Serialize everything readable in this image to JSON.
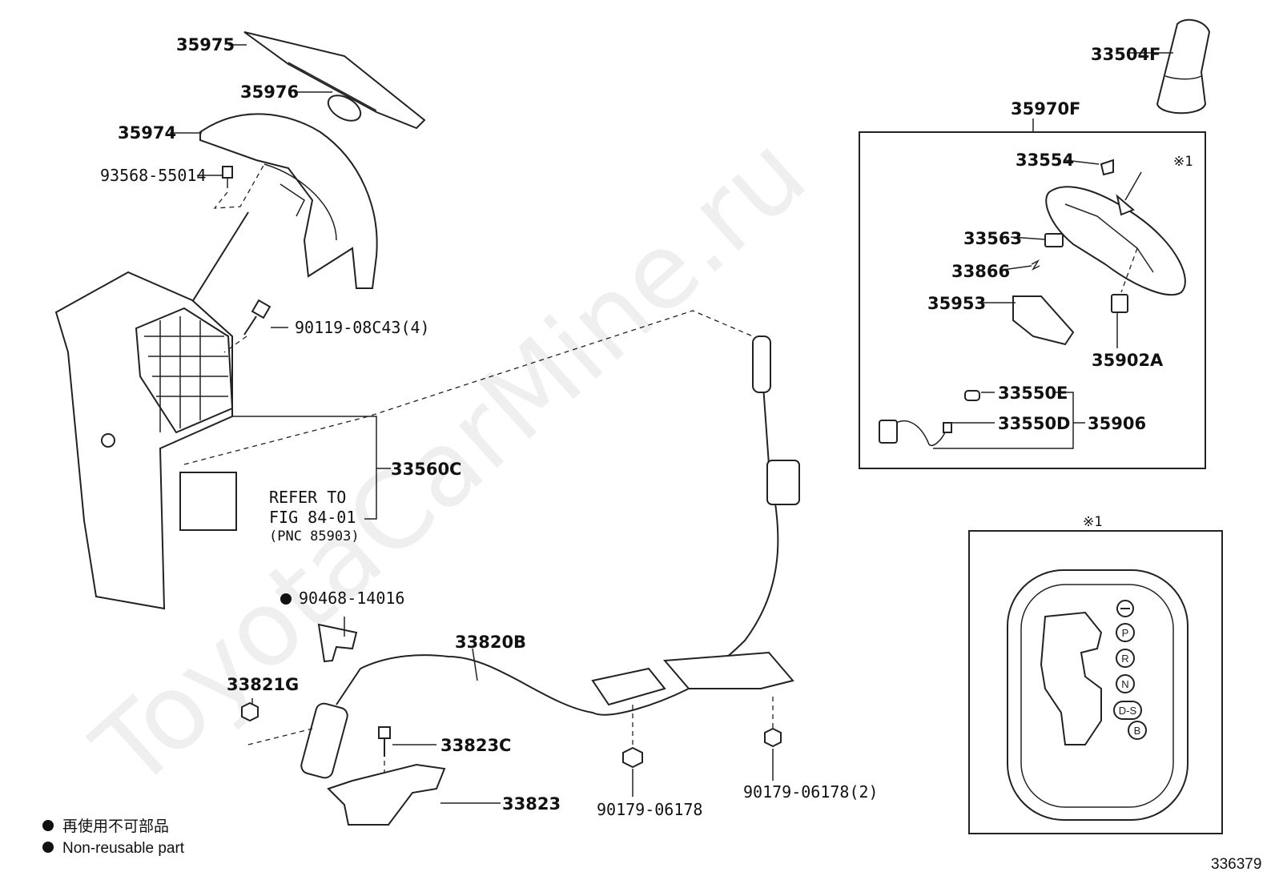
{
  "watermark": "ToyotaCarMine.ru",
  "parts": {
    "p35975": "35975",
    "p35976": "35976",
    "p35974": "35974",
    "p93568": "93568-55014",
    "p90119": "90119-08C43(4)",
    "p33560c": "33560C",
    "refer_line1": "REFER TO",
    "refer_line2": "FIG 84-01",
    "refer_line3": "(PNC 85903)",
    "p90468": "90468-14016",
    "p33820b": "33820B",
    "p33821g": "33821G",
    "p33823c": "33823C",
    "p33823": "33823",
    "p90179a": "90179-06178",
    "p90179b": "90179-06178(2)",
    "p33504f": "33504F",
    "p35970f": "35970F",
    "p33554": "33554",
    "note_mark": "※1",
    "p33563": "33563",
    "p33866": "33866",
    "p35953": "35953",
    "p35902a": "35902A",
    "p33550e": "33550E",
    "p33550d": "33550D",
    "p35906": "35906"
  },
  "detail": {
    "title": "※1",
    "gears": [
      "P",
      "R",
      "N",
      "D-S",
      "B"
    ]
  },
  "legend": {
    "jp": "再使用不可部品",
    "en": "Non-reusable part"
  },
  "figure_number": "336379"
}
